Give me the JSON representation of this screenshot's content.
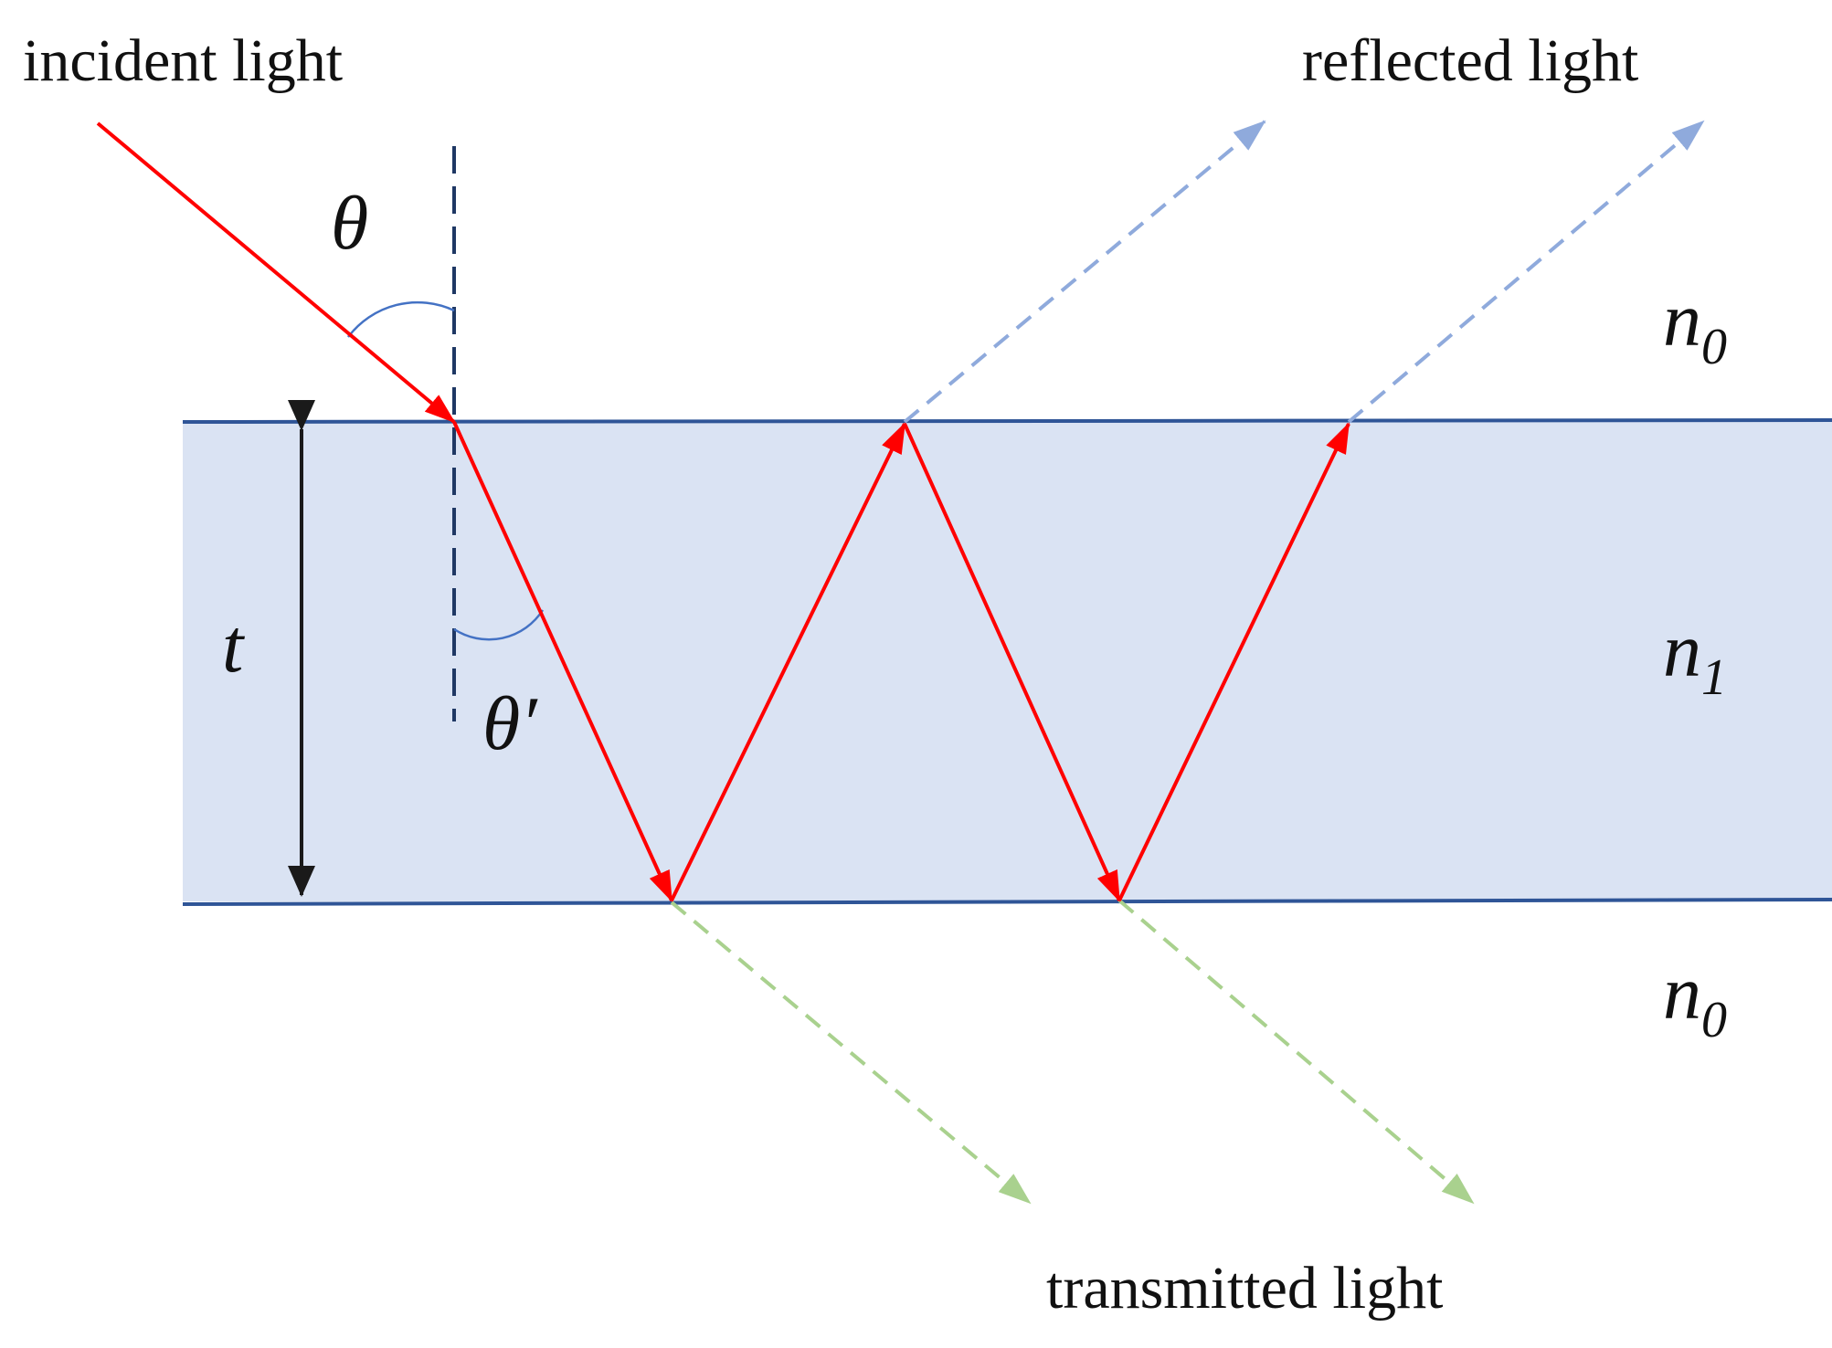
{
  "labels": {
    "incident": "incident light",
    "reflected": "reflected light",
    "transmitted": "transmitted light",
    "theta": "θ",
    "theta_prime": "θ′",
    "thickness": "t",
    "medium_top": {
      "base": "n",
      "sub": "0"
    },
    "medium_film": {
      "base": "n",
      "sub": "1"
    },
    "medium_bottom": {
      "base": "n",
      "sub": "0"
    }
  },
  "colors": {
    "film_fill": "#dae3f3",
    "interface_line": "#2f5597",
    "ray": "#ff0000",
    "reflected_ray": "#8faadc",
    "transmitted_ray": "#a9d18e",
    "normal_line": "#1f3864",
    "angle_arc": "#4472c4",
    "dimension_arrow": "#1a1a1a"
  },
  "icons": {
    "arrowheads": "triangle-arrowhead"
  }
}
